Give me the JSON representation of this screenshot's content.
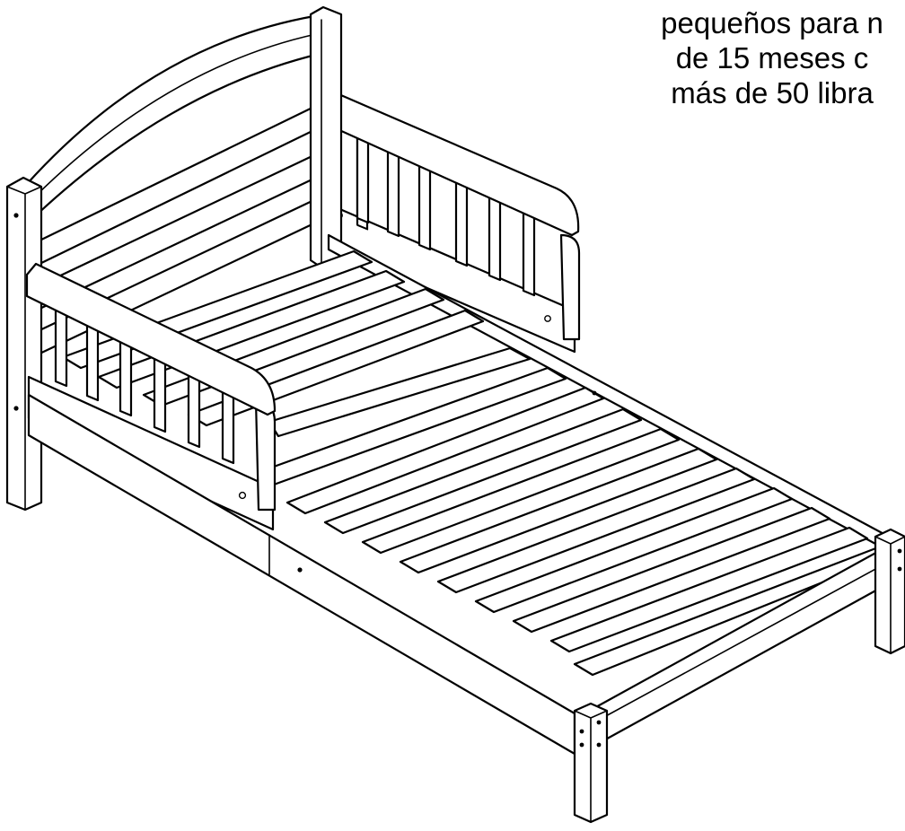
{
  "caption": {
    "line1": "pequeños para n",
    "line2": "de 15 meses c",
    "line3": "más de 50 libra"
  },
  "figure": {
    "subject": "toddler-bed",
    "style": "black line drawing on white",
    "stroke_color": "#000000",
    "background_color": "#ffffff"
  }
}
